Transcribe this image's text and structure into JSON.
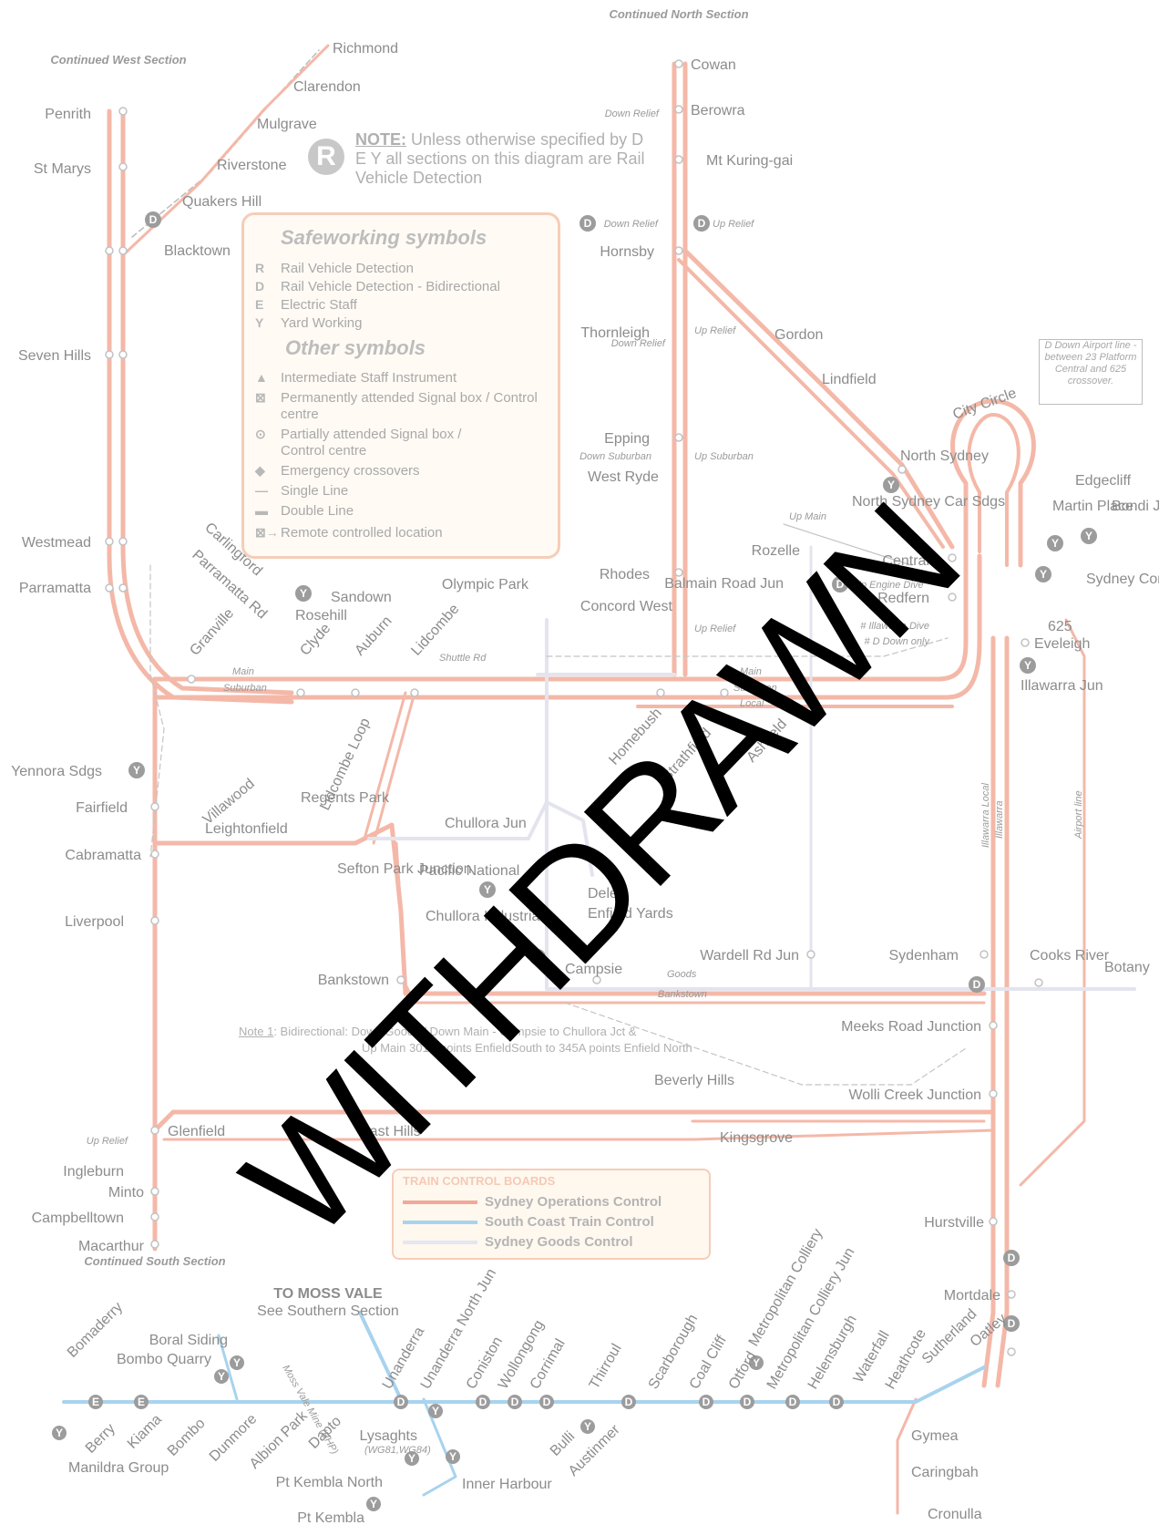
{
  "note": {
    "badge": "R",
    "title": "NOTE:",
    "text": "Unless otherwise specified by D E Y all sections on this diagram are Rail Vehicle Detection"
  },
  "legend": {
    "safeworking_title": "Safeworking symbols",
    "safeworking_items": [
      {
        "sym": "R",
        "label": "Rail Vehicle Detection"
      },
      {
        "sym": "D",
        "label": "Rail Vehicle Detection - Bidirectional"
      },
      {
        "sym": "E",
        "label": "Electric Staff"
      },
      {
        "sym": "Y",
        "label": "Yard Working"
      }
    ],
    "other_title": "Other symbols",
    "other_items": [
      {
        "sym": "▲",
        "label": "Intermediate Staff Instrument"
      },
      {
        "sym": "⊠",
        "label": "Permanently attended Signal box / Control centre"
      },
      {
        "sym": "⊙",
        "label": "Partially attended Signal box / Control centre"
      },
      {
        "sym": "◆",
        "label": "Emergency crossovers"
      },
      {
        "sym": "—",
        "label": "Single Line"
      },
      {
        "sym": "▬",
        "label": "Double Line"
      },
      {
        "sym": "⊠→",
        "label": "Remote controlled location"
      }
    ]
  },
  "boards": {
    "title": "TRAIN CONTROL BOARDS",
    "items": [
      {
        "label": "Sydney Operations Control",
        "color": "#f2a99a"
      },
      {
        "label": "South Coast Train Control",
        "color": "#a8d3ee"
      },
      {
        "label": "Sydney Goods Control",
        "color": "#e6e6f2"
      }
    ]
  },
  "watermark": "WITHDRAWN",
  "continued": {
    "west": "Continued West Section",
    "north": "Continued North Section",
    "south": "Continued South Section"
  },
  "stations": {
    "richmond": "Richmond",
    "clarendon": "Clarendon",
    "mulgrave": "Mulgrave",
    "riverstone": "Riverstone",
    "quakers_hill": "Quakers Hill",
    "blacktown": "Blacktown",
    "penrith": "Penrith",
    "st_marys": "St Marys",
    "seven_hills": "Seven Hills",
    "westmead": "Westmead",
    "parramatta": "Parramatta",
    "cowan": "Cowan",
    "berowra": "Berowra",
    "mt_kuring_gai": "Mt Kuring-gai",
    "hornsby": "Hornsby",
    "thornleigh": "Thornleigh",
    "gordon": "Gordon",
    "lindfield": "Lindfield",
    "epping": "Epping",
    "west_ryde": "West Ryde",
    "north_sydney": "North Sydney",
    "north_sydney_car_sdgs": "North Sydney Car Sdgs",
    "rozelle": "Rozelle",
    "balmain": "Balmain Road Jun",
    "central": "Central",
    "redfern": "Redfern",
    "edgecliff": "Edgecliff",
    "martin_place": "Martin Place",
    "bondi_jun": "Bondi Jun",
    "sydney_control": "Sydney Control Centre",
    "eveleigh": "Eveleigh",
    "num625": "625",
    "illawarra_jun": "Illawarra Jun",
    "city_circle": "City Circle",
    "rhodes": "Rhodes",
    "concord_west": "Concord West",
    "olympic_park": "Olympic Park",
    "sandown": "Sandown",
    "rosehill": "Rosehill",
    "carlingford": "Carlingford",
    "parramatta_rd": "Parramatta Rd",
    "granville": "Granville",
    "clyde": "Clyde",
    "auburn": "Auburn",
    "lidcombe": "Lidcombe",
    "homebush": "Homebush",
    "strathfield": "Strathfield",
    "ashfield": "Ashfield",
    "yennora": "Yennora Sdgs",
    "fairfield": "Fairfield",
    "villawood": "Villawood",
    "leightonfield": "Leightonfield",
    "cabramatta": "Cabramatta",
    "liverpool": "Liverpool",
    "regents_park": "Regents Park",
    "sefton": "Sefton Park Junction",
    "lidcombe_loop": "Lidcombe Loop",
    "chullora_jun": "Chullora Jun",
    "pacific_national": "Pacific National",
    "chullora_ind": "Chullora Industrial",
    "delec": "Delec",
    "enfield": "Enfield Yards",
    "bankstown": "Bankstown",
    "campsie": "Campsie",
    "wardell": "Wardell Rd Jun",
    "sydenham": "Sydenham",
    "cooks_river": "Cooks River",
    "botany": "Botany",
    "meeks": "Meeks Road Junction",
    "beverly_hills": "Beverly Hills",
    "wolli": "Wolli Creek Junction",
    "kingsgrove": "Kingsgrove",
    "glenfield": "Glenfield",
    "east_hills": "East Hills",
    "ingleburn": "Ingleburn",
    "minto": "Minto",
    "campbelltown": "Campbelltown",
    "macarthur": "Macarthur",
    "hurstville": "Hurstville",
    "mortdale": "Mortdale",
    "oatley": "Oatley",
    "sutherland": "Sutherland",
    "gymea": "Gymea",
    "caringbah": "Caringbah",
    "cronulla": "Cronulla",
    "moss_vale": "TO MOSS VALE",
    "see_southern": "See Southern Section",
    "boral": "Boral Siding",
    "bombo_quarry": "Bombo Quarry",
    "bomaderry": "Bomaderry",
    "berry": "Berry",
    "kiama": "Kiama",
    "bombo": "Bombo",
    "dunmore": "Dunmore",
    "albion_park": "Albion Park",
    "dapto": "Dapto",
    "unanderra": "Unanderra",
    "unanderra_nj": "Unanderra North Jun",
    "coniston": "Coniston",
    "wollongong": "Wollongong",
    "corrimal": "Corrimal",
    "thirroul": "Thirroul",
    "scarborough": "Scarborough",
    "coal_cliff": "Coal Cliff",
    "otford": "Otford",
    "metro_colliery": "Metropolitan Colliery",
    "metro_colliery_jun": "Metropolitan Colliery Jun",
    "helensburgh": "Helensburgh",
    "waterfall": "Waterfall",
    "heathcote": "Heathcote",
    "manildra": "Manildra Group",
    "lysaghts": "Lysaghts",
    "lysaghts_sub": "(WG81,WG84)",
    "pt_kembla_n": "Pt Kembla North",
    "pt_kembla": "Pt Kembla",
    "inner_harbour": "Inner Harbour",
    "bulli": "Bulli",
    "austinmer": "Austinmer",
    "moss_vale_mine": "Moss Vale Mine (BHP)"
  },
  "line_labels": {
    "main": "Main",
    "suburban": "Suburban",
    "local": "Local",
    "shuttle": "Shuttle Rd",
    "down_relief": "Down Relief",
    "up_relief": "Up Relief",
    "up_suburban": "Up Suburban",
    "down_suburban": "Down Suburban",
    "up_main": "Up Main",
    "up_engine_dive": "Up Engine Dive",
    "illawarra_dive": "# Illawarra Dive",
    "down_only": "# D Down only",
    "goods": "Goods",
    "bankstown_line": "Bankstown",
    "illawarra_local": "Illawarra Local",
    "illawarra": "Illawarra",
    "airport": "Airport line"
  },
  "airport_note": "D Down Airport line - between 23 Platform Central and 625 crossover.",
  "note1": {
    "lead": "Note 1",
    "line1": ": Bidirectional: Down Goods / Down Main - Campsie to Chullora Jct &",
    "line2": "Up Main 301B points EnfieldSouth to 345A points Enfield North"
  },
  "colors": {
    "ops": "#f2a99a",
    "south": "#a8d3ee",
    "goods": "#e4e4ef",
    "text": "#8c8c8c"
  }
}
